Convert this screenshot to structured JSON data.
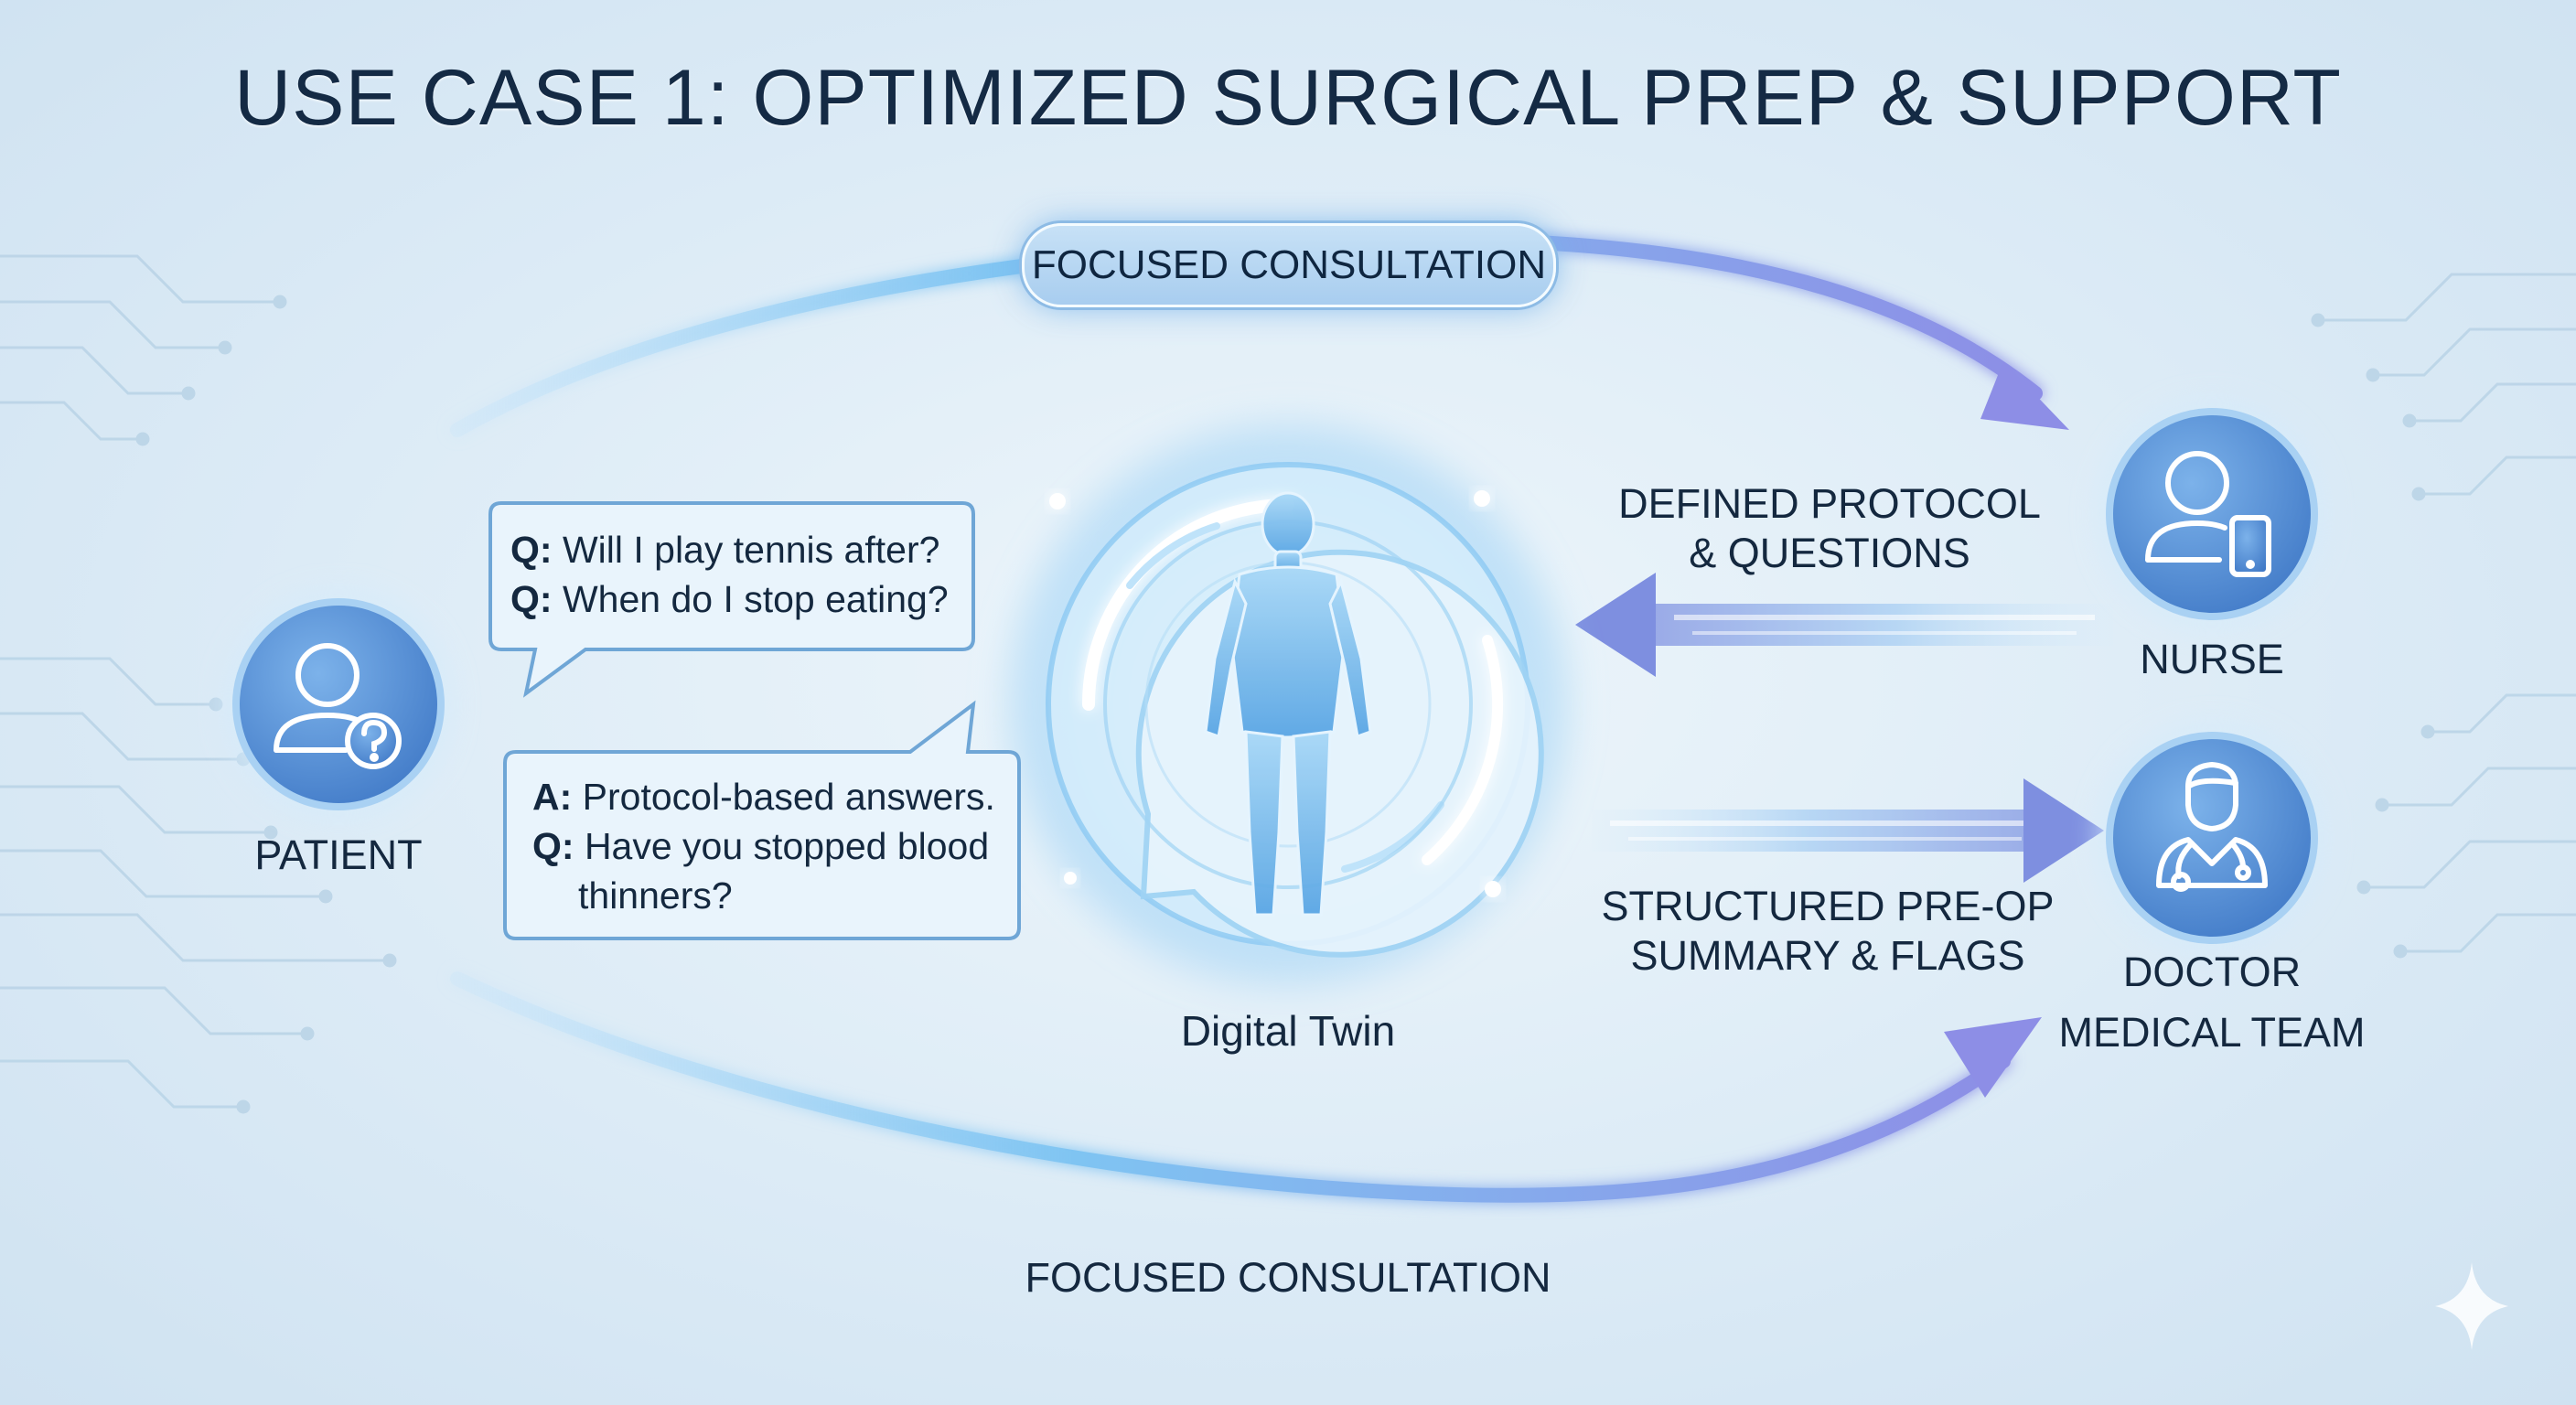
{
  "title": "USE CASE 1: OPTIMIZED SURGICAL PREP & SUPPORT",
  "top_flow": {
    "label": "FOCUSED CONSULTATION"
  },
  "bottom_flow": {
    "label": "FOCUSED CONSULTATION"
  },
  "patient": {
    "label": "PATIENT",
    "icon": "user-question-icon"
  },
  "nurse": {
    "label": "NURSE",
    "icon": "user-tablet-icon"
  },
  "doctor": {
    "line1": "DOCTOR",
    "line2": "MEDICAL TEAM",
    "icon": "doctor-stethoscope-icon"
  },
  "center": {
    "label": "Digital Twin",
    "icon": "human-body-icon"
  },
  "bubble_questions": {
    "lines": [
      {
        "prefix": "Q:",
        "text": "Will I play tennis after?"
      },
      {
        "prefix": "Q:",
        "text": "When do I stop eating?"
      }
    ]
  },
  "bubble_answers": {
    "line1": {
      "prefix": "A:",
      "text": "Protocol-based answers."
    },
    "line2": {
      "prefix": "Q:",
      "text": "Have you stopped blood"
    },
    "line3": "thinners?"
  },
  "arrow_from_nurse": {
    "line1": "DEFINED PROTOCOL",
    "line2": "& QUESTIONS"
  },
  "arrow_to_doctor": {
    "line1": "STRUCTURED PRE-OP",
    "line2": "SUMMARY & FLAGS"
  },
  "colors": {
    "background": "#dcebf6",
    "accent_blue": "#5aa9e6",
    "accent_violet": "#8c8fe3",
    "node_fill": "#4d86d0",
    "text": "#14283f"
  }
}
